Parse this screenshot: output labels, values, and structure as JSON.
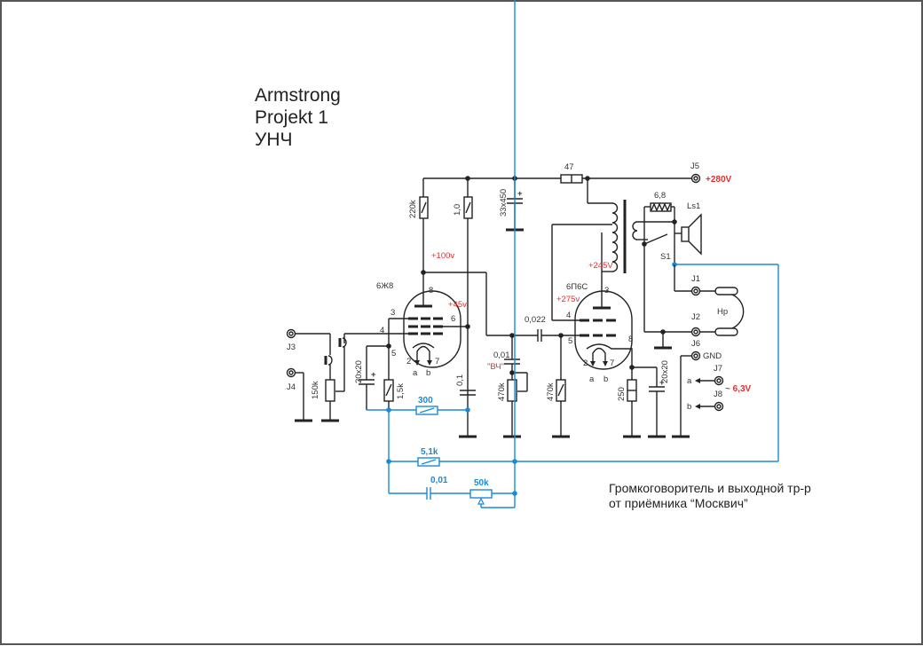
{
  "title": {
    "line1": "Armstrong",
    "line2": "Projekt 1",
    "line3": "УНЧ"
  },
  "note": {
    "line1": "Громкоговоритель и выходной тр-р",
    "line2": "от приёмника “Москвич”"
  },
  "tubes": {
    "v1": {
      "type": "6Ж8",
      "pins": {
        "p3": "3",
        "p4": "4",
        "p5": "5",
        "p6": "6",
        "p8": "8",
        "p2": "2",
        "p7": "7"
      },
      "heater_a": "a",
      "heater_b": "b"
    },
    "v2": {
      "type": "6П6С",
      "pins": {
        "p3": "3",
        "p4": "4",
        "p5": "5",
        "p8": "8",
        "p2": "2",
        "p7": "7"
      },
      "heater_a": "a",
      "heater_b": "b"
    }
  },
  "components": {
    "r_220k": "220k",
    "r_1_0": "1,0",
    "c_33x450": "33x450",
    "r_47": "47",
    "r_6_8": "6,8",
    "ls1": "Ls1",
    "s1": "S1",
    "pot_150k": "150k",
    "c_20x20_1": "20x20",
    "r_1_5k": "1,5k",
    "c_0_1": "0,1",
    "c_0_022": "0,022",
    "c_0_01": "0,01",
    "pot_470k": "470k",
    "r_470k": "470k",
    "r_250": "250",
    "c_20x20_2": "20x20",
    "hp": "Hp",
    "plus": "+"
  },
  "feedback": {
    "r_300": "300",
    "r_5_1k": "5,1k",
    "c_0_01": "0,01",
    "pot_50k": "50k"
  },
  "voltages": {
    "v100": "+100v",
    "v45": "+45v",
    "v275": "+275v",
    "v245": "+245V",
    "v280": "+280V",
    "v6_3": "~ 6,3V",
    "hf_label": "\"ВЧ\""
  },
  "jacks": {
    "j1": "J1",
    "j2": "J2",
    "j3": "J3",
    "j4": "J4",
    "j5": "J5",
    "j6": "J6",
    "j7": "J7",
    "j8": "J8",
    "gnd": "GND",
    "a": "a",
    "b": "b"
  },
  "colors": {
    "wire": "#222222",
    "feedback": "#1a8ad8",
    "voltage": "#e03030"
  }
}
